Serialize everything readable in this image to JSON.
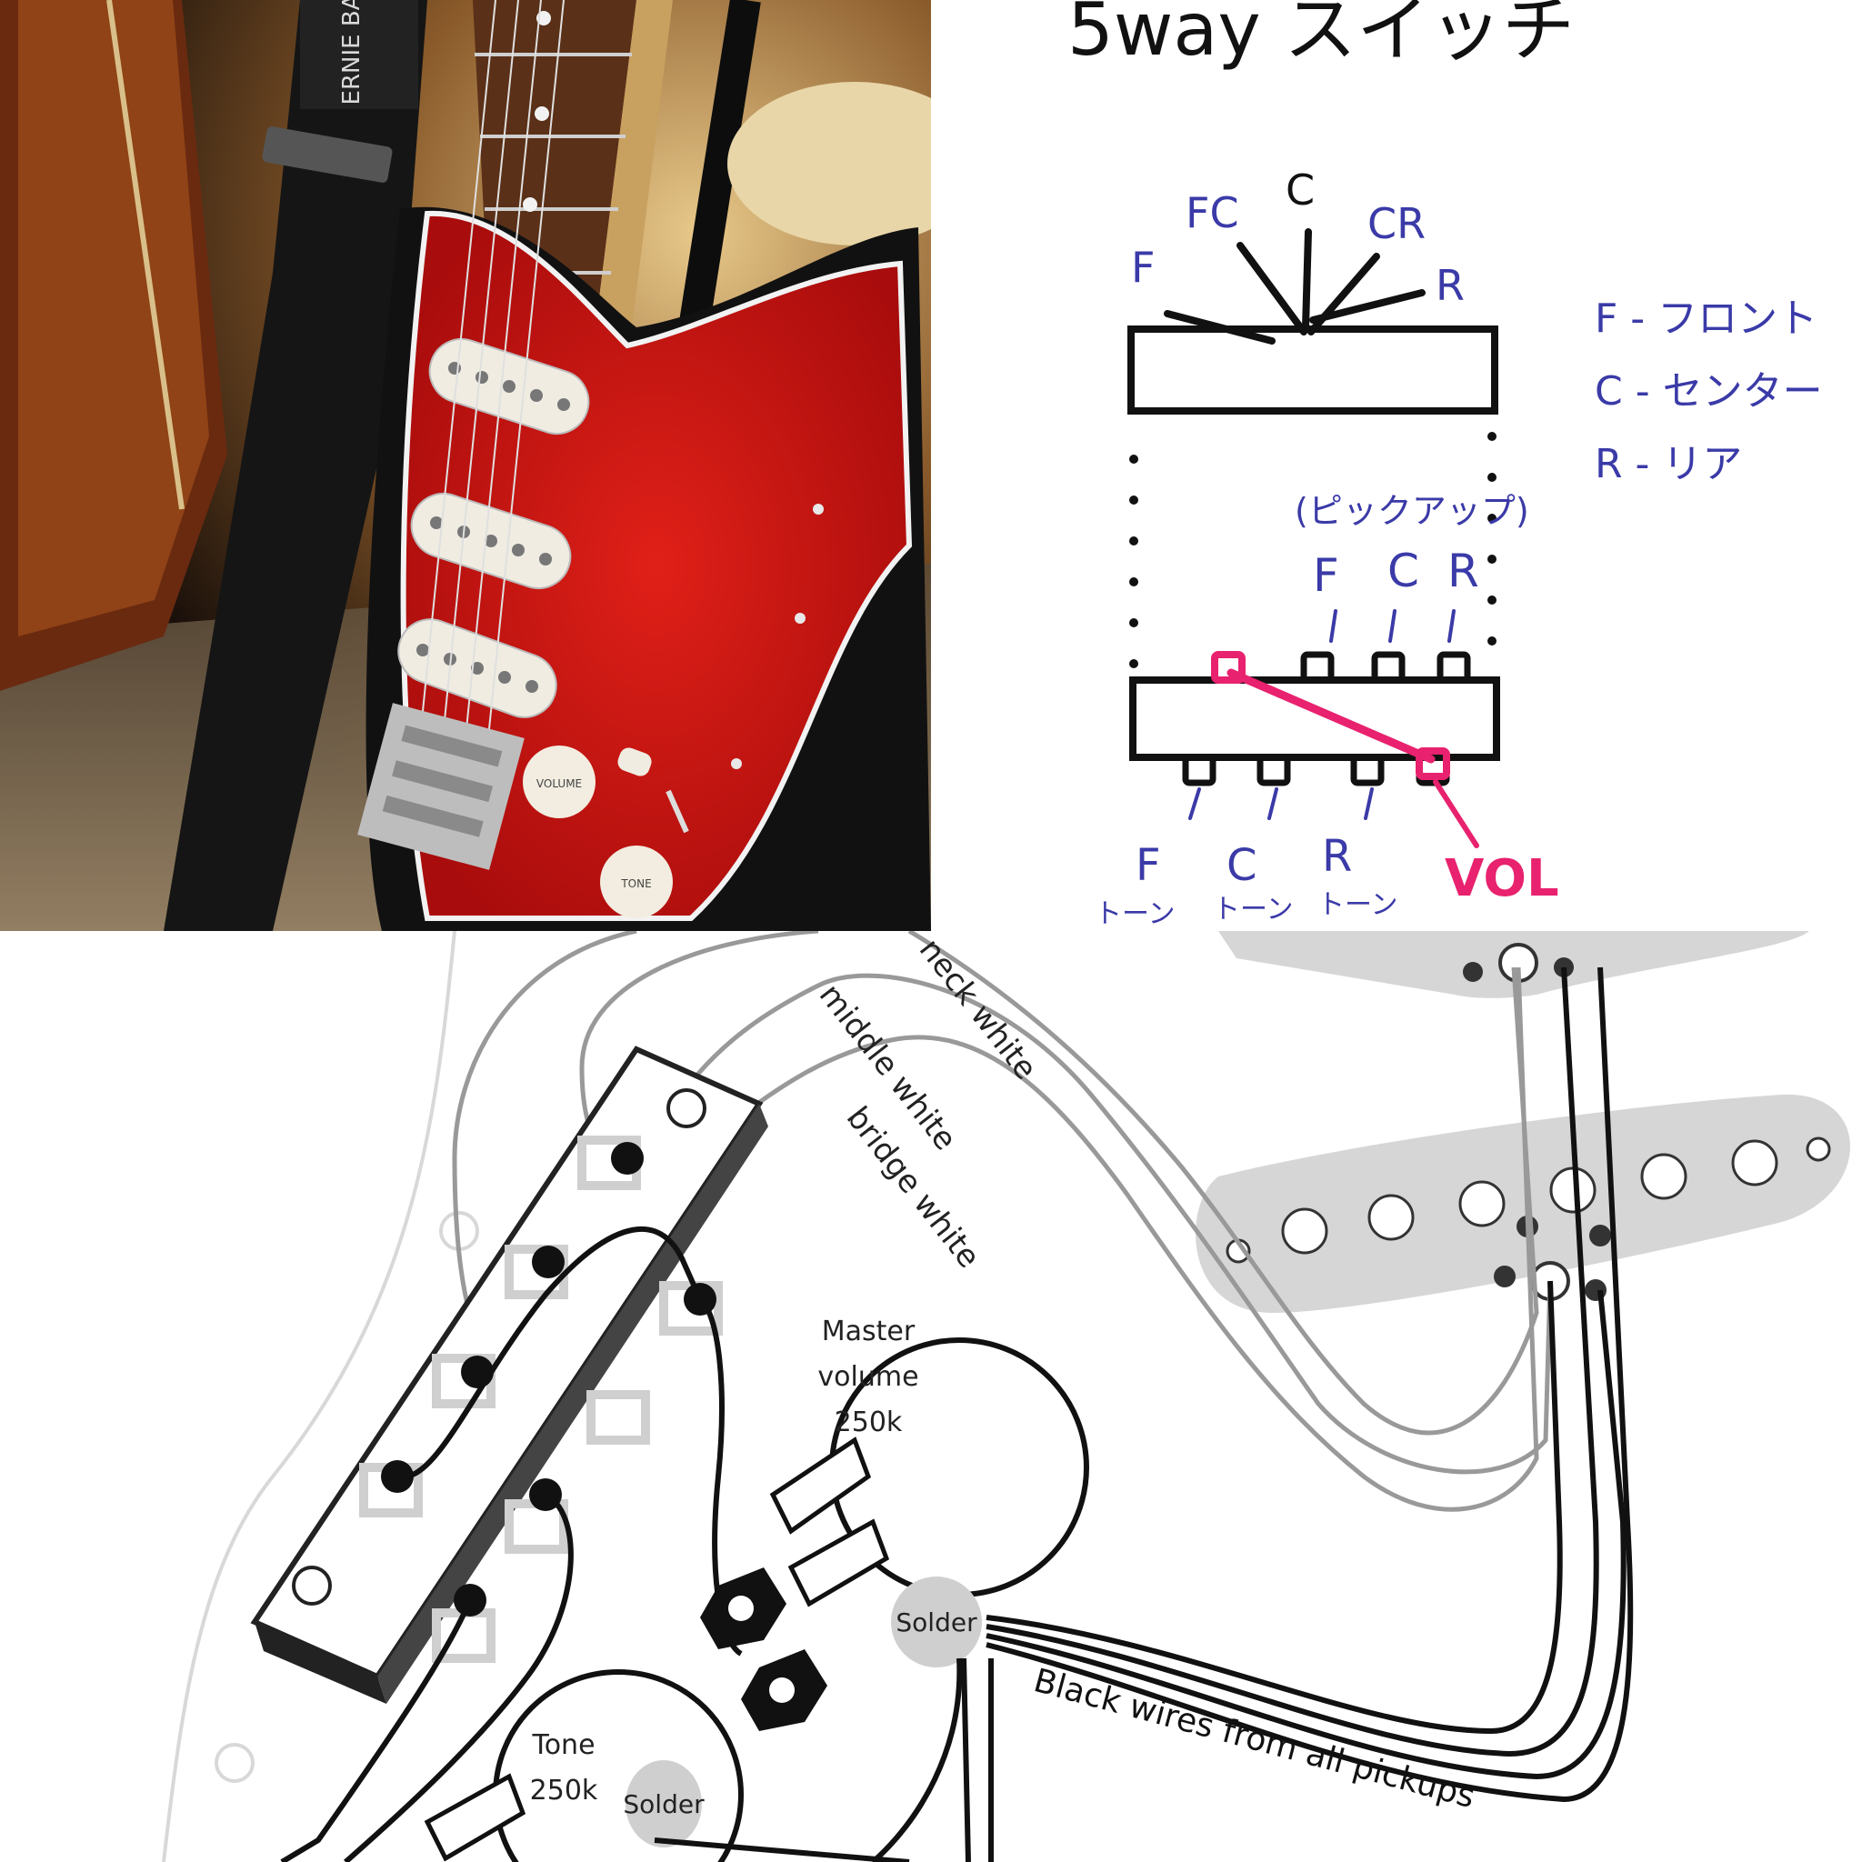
{
  "photo": {
    "strap_brand": "ERNIE BALL",
    "knob_volume": "VOLUME",
    "knob_tone": "TONE"
  },
  "sketch": {
    "title": "5way スイッチ",
    "lever_positions": [
      "F",
      "FC",
      "C",
      "CR",
      "R"
    ],
    "legend": [
      "F - フロント",
      "C - センター",
      "R - リア"
    ],
    "pickup_caption": "(ピックアップ)",
    "pickup_labels": [
      "F",
      "C",
      "R"
    ],
    "lower_labels": [
      "F",
      "C",
      "R"
    ],
    "lower_sub_labels": [
      "トーン",
      "トーン",
      "トーン"
    ],
    "vol_label": "VOL",
    "colors": {
      "ink": "#111111",
      "blue": "#3a3aa8",
      "pink": "#e8226e"
    }
  },
  "wiring": {
    "wire_labels": [
      "neck white",
      "middle white",
      "bridge white"
    ],
    "master_volume": [
      "Master",
      "volume",
      "250k"
    ],
    "tone": [
      "Tone",
      "250k"
    ],
    "solder_labels": [
      "Solder",
      "Solder"
    ],
    "black_wires": "Black wires from all pickups"
  }
}
